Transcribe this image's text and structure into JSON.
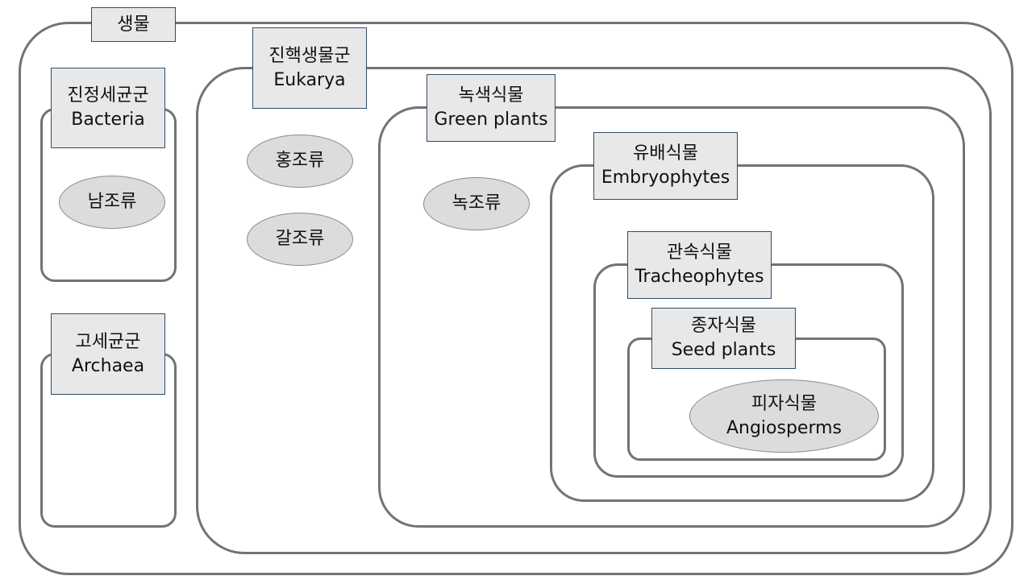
{
  "diagram": {
    "life": {
      "ko": "생물"
    },
    "bacteria": {
      "ko": "진정세균군",
      "en": "Bacteria"
    },
    "archaea": {
      "ko": "고세균군",
      "en": "Archaea"
    },
    "eukarya": {
      "ko": "진핵생물군",
      "en": "Eukarya"
    },
    "green_plants": {
      "ko": "녹색식물",
      "en": "Green plants"
    },
    "embryophytes": {
      "ko": "유배식물",
      "en": "Embryophytes"
    },
    "tracheophytes": {
      "ko": "관속식물",
      "en": "Tracheophytes"
    },
    "seed_plants": {
      "ko": "종자식물",
      "en": "Seed plants"
    },
    "cyanobacteria": {
      "ko": "남조류"
    },
    "red_algae": {
      "ko": "홍조류"
    },
    "brown_algae": {
      "ko": "갈조류"
    },
    "green_algae": {
      "ko": "녹조류"
    },
    "angiosperms": {
      "ko": "피자식물",
      "en": "Angiosperms"
    }
  },
  "colors": {
    "group_border": "#737373",
    "label_fill": "#e8e8e8",
    "label_border": "#2f4d6b",
    "oval_fill": "#dcdcdc",
    "oval_border": "#8a8a8a"
  }
}
